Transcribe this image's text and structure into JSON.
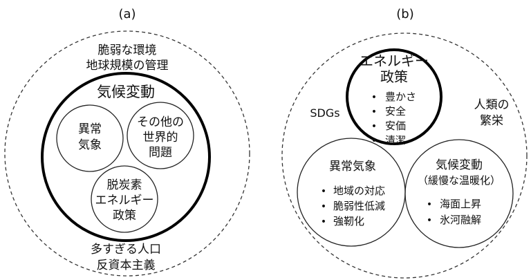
{
  "panel_a": {
    "label": "(a)",
    "outer_text_top": [
      "脆弱な環境",
      "地球規模の管理"
    ],
    "outer_text_bottom": [
      "多すぎる人口",
      "反資本主義"
    ],
    "inner_title": "気候変動",
    "sub_left": [
      "異常",
      "気象"
    ],
    "sub_right": [
      "その他の",
      "世界的",
      "問題"
    ],
    "sub_bottom": [
      "脱炭素",
      "エネルギー",
      "政策"
    ]
  },
  "panel_b": {
    "label": "(b)",
    "top_title": [
      "エネルギー",
      "政策"
    ],
    "top_items": [
      "豊かさ",
      "安全",
      "安価",
      "清潔"
    ],
    "left_label": "SDGs",
    "right_label": [
      "人類の",
      "繁栄"
    ],
    "left_title": "異常気象",
    "left_items": [
      "地域の対応",
      "脆弱性低減",
      "強靭化"
    ],
    "right_title": [
      "気候変動",
      "（緩慢な温暖化）"
    ],
    "right_items": [
      "海面上昇",
      "氷河融解"
    ],
    "bullet": "•"
  }
}
